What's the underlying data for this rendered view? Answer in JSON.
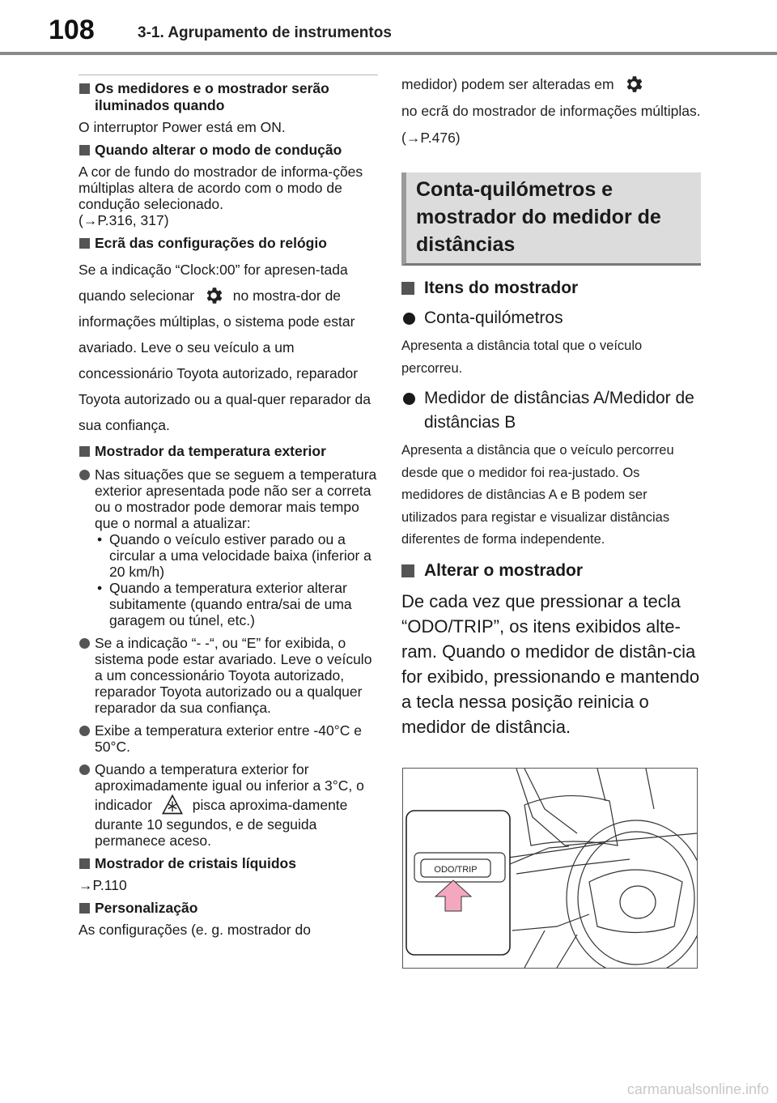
{
  "header": {
    "page_number": "108",
    "chapter": "3-1. Agrupamento de instrumentos"
  },
  "left": {
    "s1_title": "Os medidores e o mostrador serão iluminados quando",
    "s1_text": "O interruptor Power está em ON.",
    "s2_title": "Quando alterar o modo de condução",
    "s2_text": "A cor de fundo do mostrador de informa-ções múltiplas altera de acordo com o modo de condução selecionado.",
    "s2_ref": "(→P.316, 317)",
    "s3_title": "Ecrã das configurações do relógio",
    "s3_text_a": "Se a indicação “Clock:00” for apresen-tada quando selecionar",
    "s3_text_b": "no mostra-dor de informações múltiplas, o sistema pode estar avariado. Leve o seu veículo a um concessionário Toyota autorizado, reparador Toyota autorizado ou a qual-quer reparador da sua confiança.",
    "s4_title": "Mostrador da temperatura exterior",
    "b1_text": "Nas situações que se seguem a temperatura exterior apresentada pode não ser a correta ou o mostrador pode demorar mais tempo que o normal a atualizar:",
    "b1_sub1": "Quando o veículo estiver parado ou a circular a uma velocidade baixa (inferior a 20 km/h)",
    "b1_sub2": "Quando a temperatura exterior alterar subitamente (quando entra/sai de uma garagem ou túnel, etc.)",
    "b2_text": "Se a indicação “- -“, ou “E” for exibida, o sistema pode estar avariado. Leve o veículo a um concessionário Toyota autorizado, reparador Toyota autorizado ou a qualquer reparador da sua confiança.",
    "b3_text": "Exibe a temperatura exterior entre -40°C e 50°C.",
    "b4_text_a": "Quando a temperatura exterior for aproximadamente igual ou inferior a 3°C, o indicador",
    "b4_text_b": "pisca aproxima-damente durante 10 segundos, e de seguida permanece aceso.",
    "s5_title": "Mostrador de cristais líquidos",
    "s5_ref": "→P.110",
    "s6_title": "Personalização",
    "s6_text": "As configurações (e. g. mostrador do"
  },
  "right": {
    "cont_text_a": "medidor) podem ser alteradas em",
    "cont_text_b": "no ecrã do mostrador de informações múltiplas. (→P.476)",
    "box_title": "Conta-quilómetros e mostrador do medidor de distâncias",
    "r1_title": "Itens do mostrador",
    "r1_b1": "Conta-quilómetros",
    "r1_b1_text": "Apresenta a distância total que o veículo percorreu.",
    "r1_b2": "Medidor de distâncias A/Medidor de distâncias B",
    "r1_b2_text": "Apresenta a distância que o veículo percorreu desde que o medidor foi rea-justado. Os medidores de distâncias A e B podem ser utilizados para registar e visualizar distâncias diferentes de forma independente.",
    "r2_title": "Alterar o mostrador",
    "r2_text": "De cada vez que pressionar a tecla “ODO/TRIP”, os itens exibidos alte-ram. Quando o medidor de distân-cia for exibido, pressionando e mantendo a tecla nessa posição reinicia o medidor de distância."
  },
  "figure": {
    "button_label": "ODO/TRIP"
  },
  "footer": {
    "watermark": "carmanualsonline.info"
  }
}
